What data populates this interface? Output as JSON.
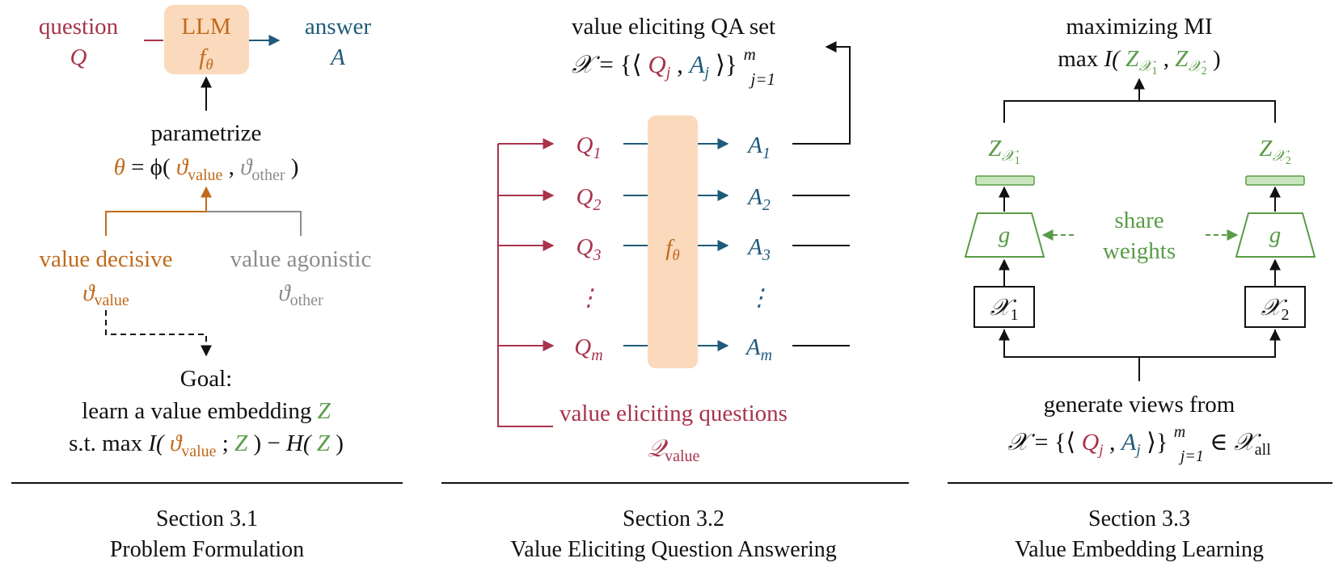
{
  "colors": {
    "red": "#a8334b",
    "blue": "#1f5a7a",
    "orange": "#c06a1a",
    "gray": "#8c8c8c",
    "green": "#5a9b48",
    "black": "#111111",
    "llm_fill": "#fad9bd",
    "weight_fill": "#c8e6be"
  },
  "section1": {
    "question_label": "question",
    "question_var": "Q",
    "llm_label": "LLM",
    "llm_func": "f",
    "llm_sub": "θ",
    "answer_label": "answer",
    "answer_var": "A",
    "parametrize": "parametrize",
    "theta_expr": {
      "theta": "θ",
      "eq": "= ϕ(",
      "v1": "ϑ",
      "v1_sub": "value",
      "comma": ", ",
      "v2": "ϑ",
      "v2_sub": "other",
      "close": ")"
    },
    "value_decisive": "value decisive",
    "value_decisive_var": "ϑ",
    "value_decisive_sub": "value",
    "value_agnostic": "value agonistic",
    "value_agnostic_var": "ϑ",
    "value_agnostic_sub": "other",
    "goal_title": "Goal:",
    "goal_line1": "learn a value embedding",
    "goal_var": "Z",
    "goal_line2": {
      "prefix": "s.t.  max ",
      "i_open": "I(",
      "v": "ϑ",
      "v_sub": "value",
      "semi": "; ",
      "z": "Z",
      "mid": ") − ",
      "h": "H(",
      "z2": "Z",
      "close": ")"
    },
    "caption_section": "Section 3.1",
    "caption_title": "Problem Formulation"
  },
  "section2": {
    "title": "value eliciting QA set",
    "set_expr": {
      "x": "𝒳",
      "eq": " = {⟨",
      "q": "Q",
      "q_sub": "j",
      "comma": ", ",
      "a": "A",
      "a_sub": "j",
      "close": "⟩}",
      "sup": "m",
      "sub": "j=1"
    },
    "questions": [
      {
        "var": "Q",
        "sub": "1"
      },
      {
        "var": "Q",
        "sub": "2"
      },
      {
        "var": "Q",
        "sub": "3"
      },
      {
        "var": "⋮",
        "sub": ""
      },
      {
        "var": "Q",
        "sub": "m"
      }
    ],
    "answers": [
      {
        "var": "A",
        "sub": "1"
      },
      {
        "var": "A",
        "sub": "2"
      },
      {
        "var": "A",
        "sub": "3"
      },
      {
        "var": "⋮",
        "sub": ""
      },
      {
        "var": "A",
        "sub": "m"
      }
    ],
    "func": "f",
    "func_sub": "θ",
    "veq_label": "value eliciting questions",
    "veq_var": "𝒬",
    "veq_sub": "value",
    "caption_section": "Section 3.2",
    "caption_title": "Value Eliciting Question Answering"
  },
  "section3": {
    "title": "maximizing MI",
    "mi_expr": {
      "max": "max ",
      "i": "I(",
      "z1": "Z",
      "z1_sub": "𝒳",
      "z1_subsub": "1",
      "comma": ", ",
      "z2": "Z",
      "z2_sub": "𝒳",
      "z2_subsub": "2",
      "close": ")"
    },
    "z_left": {
      "var": "Z",
      "sub": "𝒳",
      "subsub": "1"
    },
    "z_right": {
      "var": "Z",
      "sub": "𝒳",
      "subsub": "2"
    },
    "g_label": "g",
    "share_line1": "share",
    "share_line2": "weights",
    "x_left": {
      "var": "𝒳",
      "sub": "1"
    },
    "x_right": {
      "var": "𝒳",
      "sub": "2"
    },
    "gen_label": "generate views from",
    "gen_expr": {
      "x": "𝒳",
      "eq": " = {⟨",
      "q": "Q",
      "q_sub": "j",
      "comma": ", ",
      "a": "A",
      "a_sub": "j",
      "close": "⟩}",
      "sup": "m",
      "sub": "j=1",
      "in": " ∈ ",
      "all": "𝒳",
      "all_sub": "all"
    },
    "caption_section": "Section 3.3",
    "caption_title": "Value Embedding Learning"
  }
}
